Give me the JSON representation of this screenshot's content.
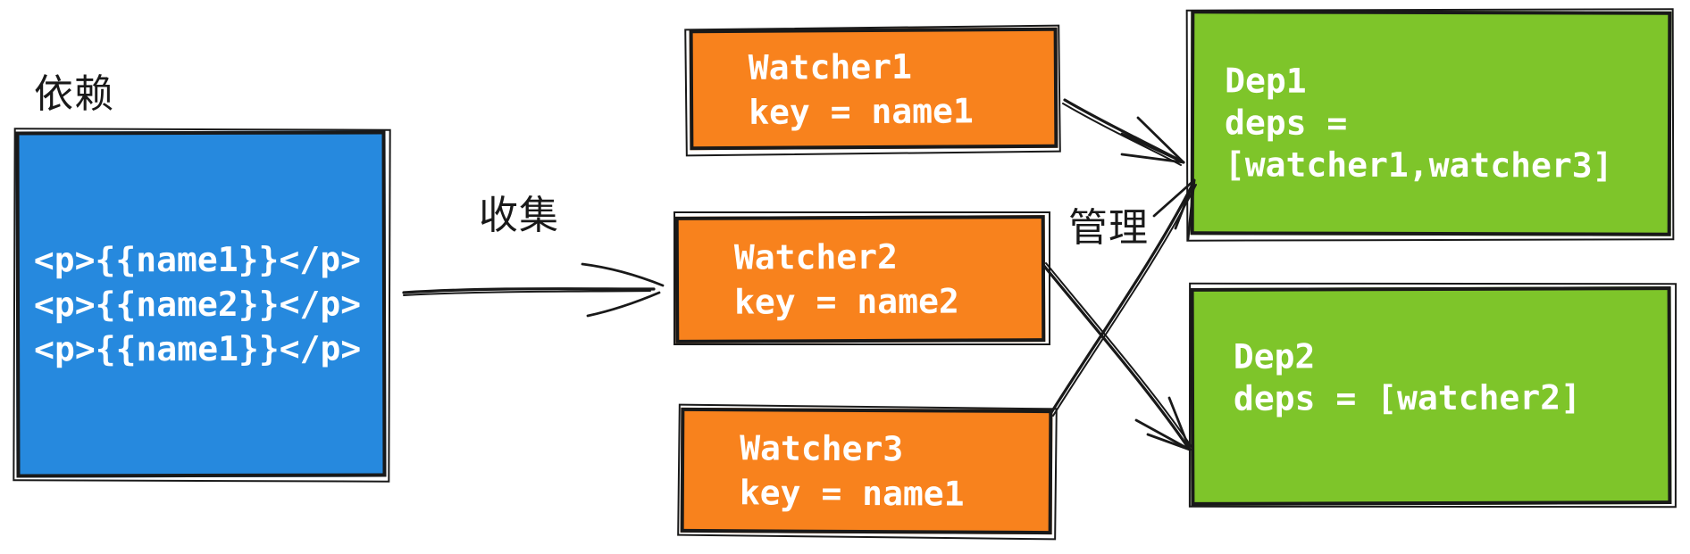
{
  "diagram": {
    "title_hint": "Vue dependency collection diagram",
    "labels": {
      "dependency": "依赖",
      "collect": "收集",
      "manage": "管理"
    },
    "template": {
      "lines": [
        "<p>{{name1}}</p>",
        "<p>{{name2}}</p>",
        "<p>{{name1}}</p>"
      ]
    },
    "watchers": [
      {
        "name": "Watcher1",
        "key": "key = name1"
      },
      {
        "name": "Watcher2",
        "key": "key = name2"
      },
      {
        "name": "Watcher3",
        "key": "key = name1"
      }
    ],
    "deps": [
      {
        "name": "Dep1",
        "lines": [
          "Dep1",
          "deps =",
          "[watcher1,watcher3]"
        ]
      },
      {
        "name": "Dep2",
        "lines": [
          "Dep2",
          "deps = [watcher2]"
        ]
      }
    ],
    "edges": [
      {
        "from": "template",
        "to": "watchers",
        "label": "收集"
      },
      {
        "from": "Watcher1",
        "to": "Dep1",
        "label": ""
      },
      {
        "from": "Watcher2",
        "to": "Dep2",
        "label": "管理"
      },
      {
        "from": "Watcher3",
        "to": "Dep1",
        "label": ""
      }
    ],
    "colors": {
      "blue": "#2689de",
      "orange": "#f8821d",
      "green": "#7ec52a",
      "ink": "#191919",
      "paper": "#ffffff",
      "text": "#ffffff"
    }
  }
}
